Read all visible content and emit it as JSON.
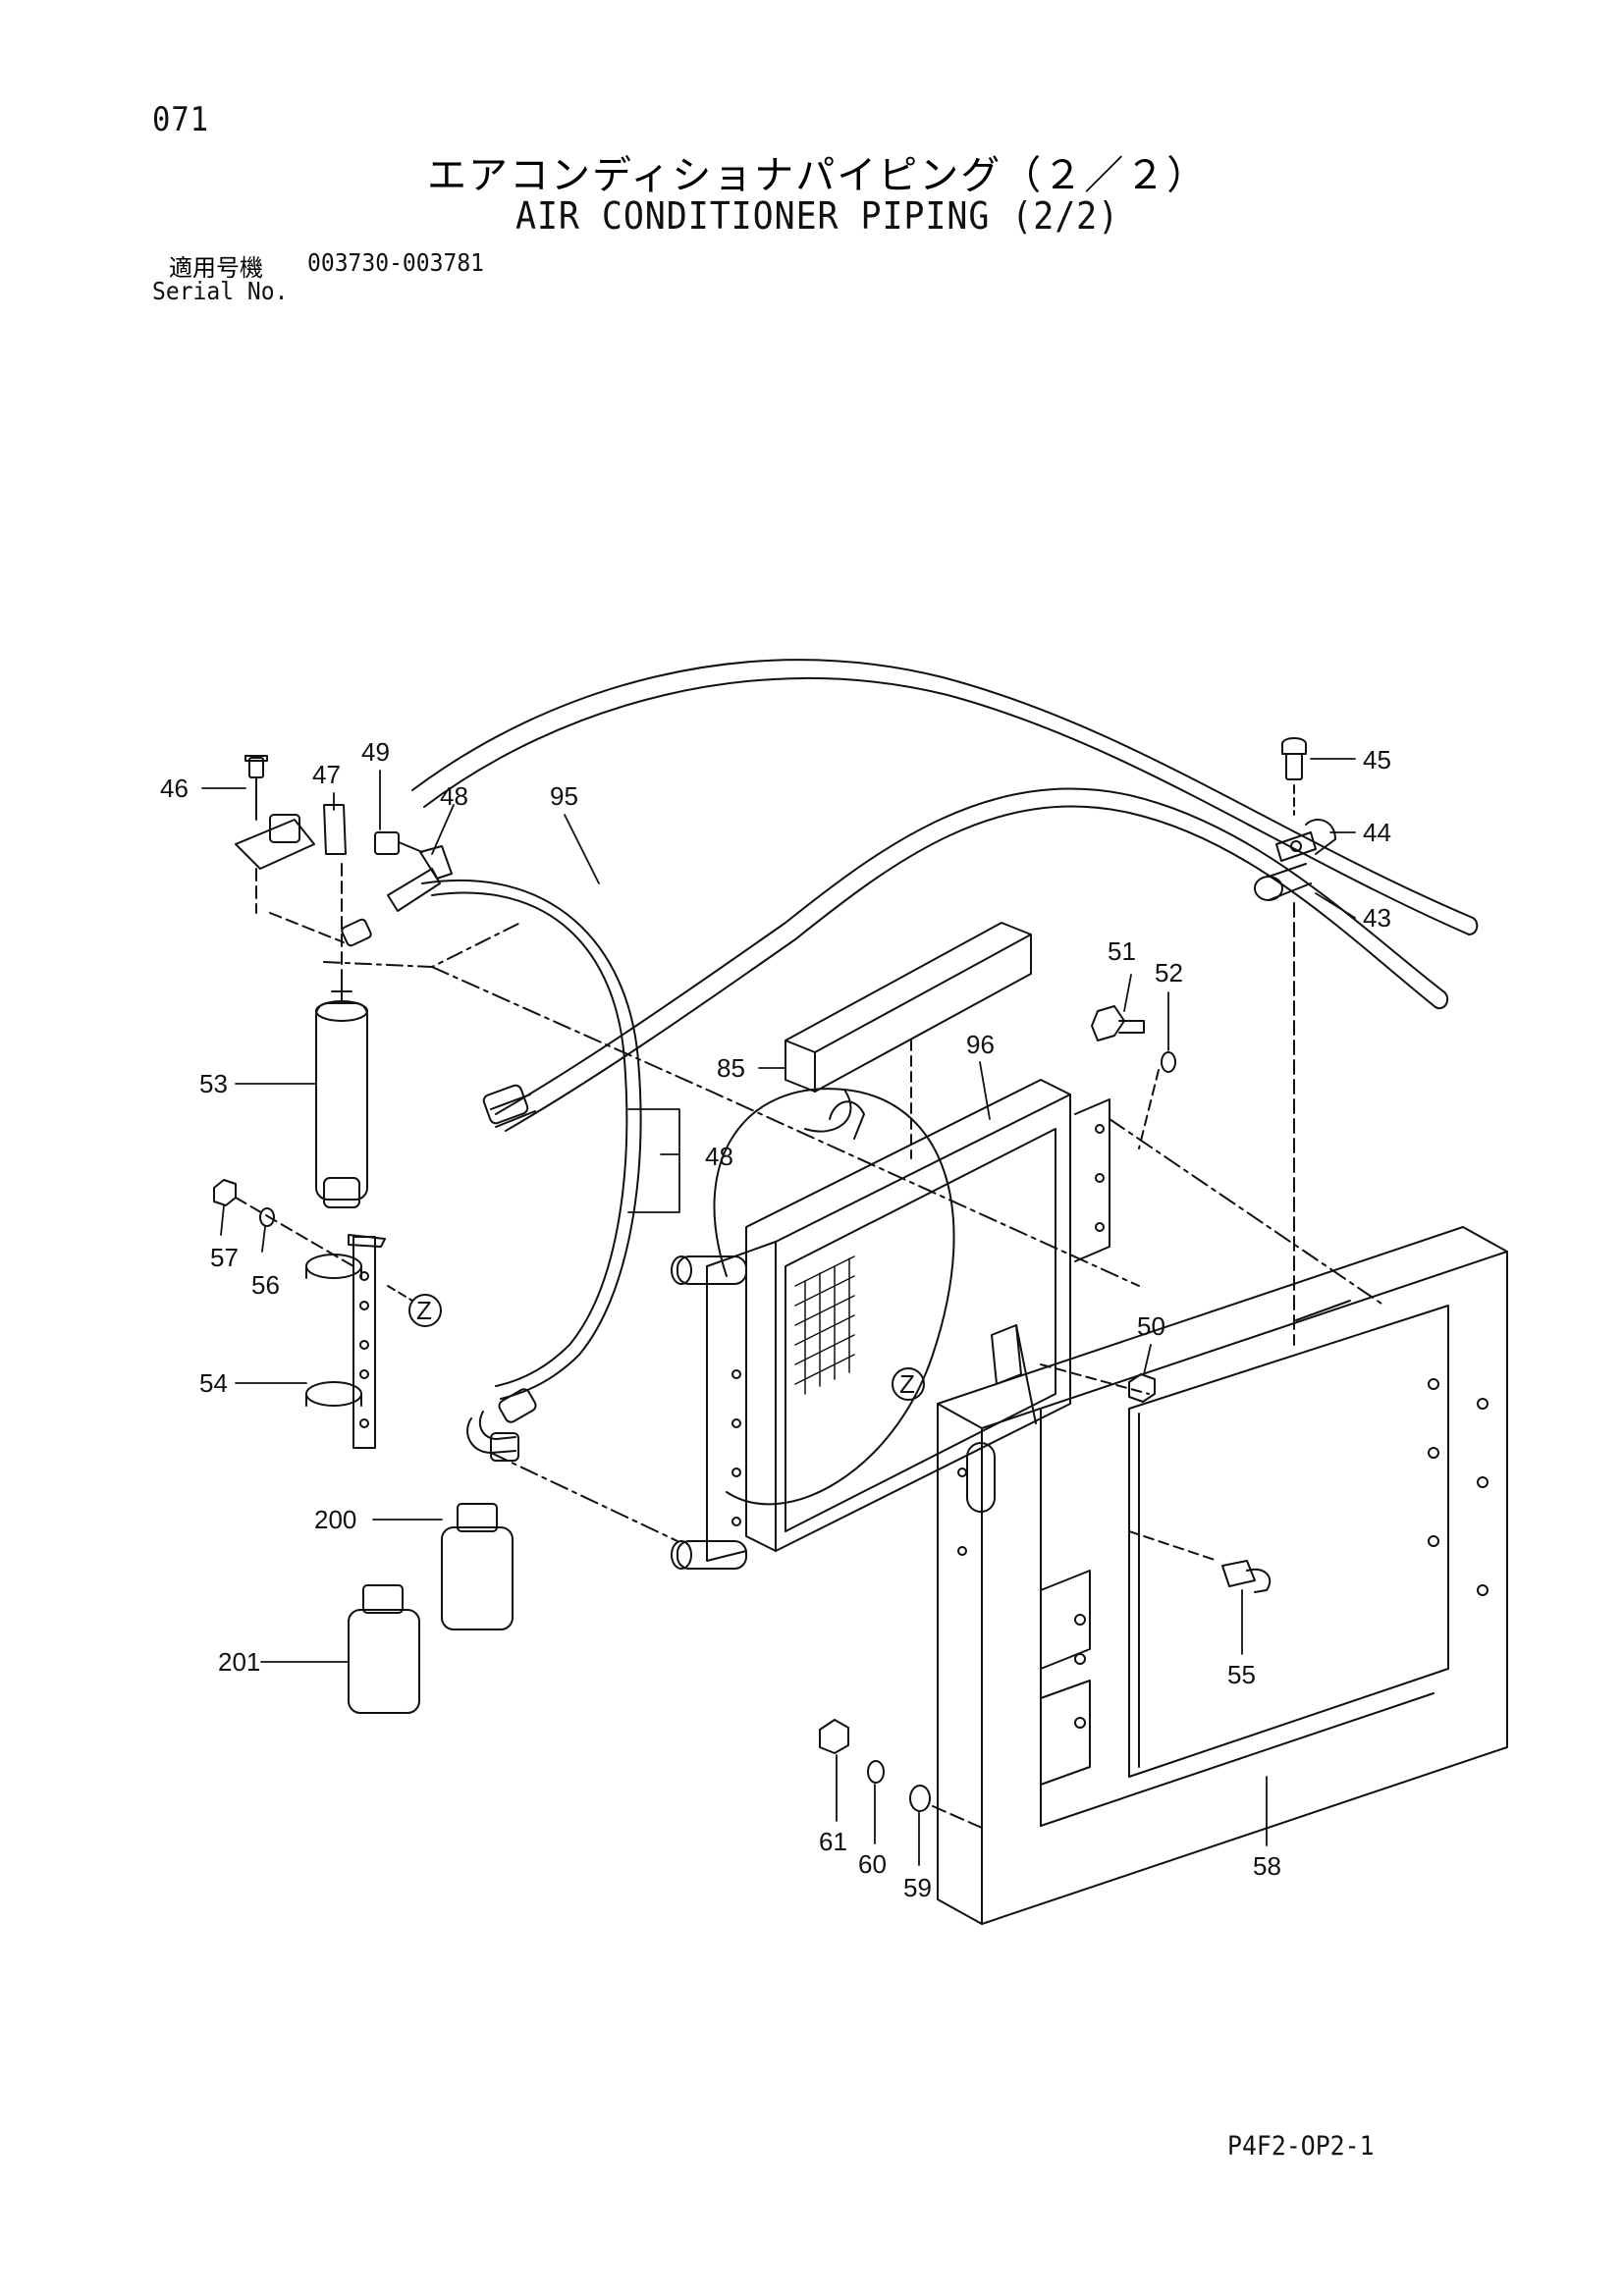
{
  "header": {
    "page_number": "071",
    "title_jp": "エアコンディショナパイピング（２／２）",
    "title_en": "AIR CONDITIONER PIPING (2/2)",
    "serial_label_jp": "適用号機",
    "serial_range": "003730-003781",
    "serial_label_en": "Serial No."
  },
  "footer": {
    "drawing_code": "P4F2-OP2-1"
  },
  "callouts": [
    {
      "id": "46",
      "label": "46"
    },
    {
      "id": "47",
      "label": "47"
    },
    {
      "id": "49",
      "label": "49"
    },
    {
      "id": "48a",
      "label": "48"
    },
    {
      "id": "95",
      "label": "95"
    },
    {
      "id": "45",
      "label": "45"
    },
    {
      "id": "44",
      "label": "44"
    },
    {
      "id": "43",
      "label": "43"
    },
    {
      "id": "51",
      "label": "51"
    },
    {
      "id": "52",
      "label": "52"
    },
    {
      "id": "85",
      "label": "85"
    },
    {
      "id": "96",
      "label": "96"
    },
    {
      "id": "53",
      "label": "53"
    },
    {
      "id": "48b",
      "label": "48"
    },
    {
      "id": "57",
      "label": "57"
    },
    {
      "id": "56",
      "label": "56"
    },
    {
      "id": "z1",
      "label": "Z"
    },
    {
      "id": "54",
      "label": "54"
    },
    {
      "id": "50",
      "label": "50"
    },
    {
      "id": "z2",
      "label": "Z"
    },
    {
      "id": "200",
      "label": "200"
    },
    {
      "id": "201",
      "label": "201"
    },
    {
      "id": "55",
      "label": "55"
    },
    {
      "id": "61",
      "label": "61"
    },
    {
      "id": "60",
      "label": "60"
    },
    {
      "id": "59",
      "label": "59"
    },
    {
      "id": "58",
      "label": "58"
    }
  ]
}
